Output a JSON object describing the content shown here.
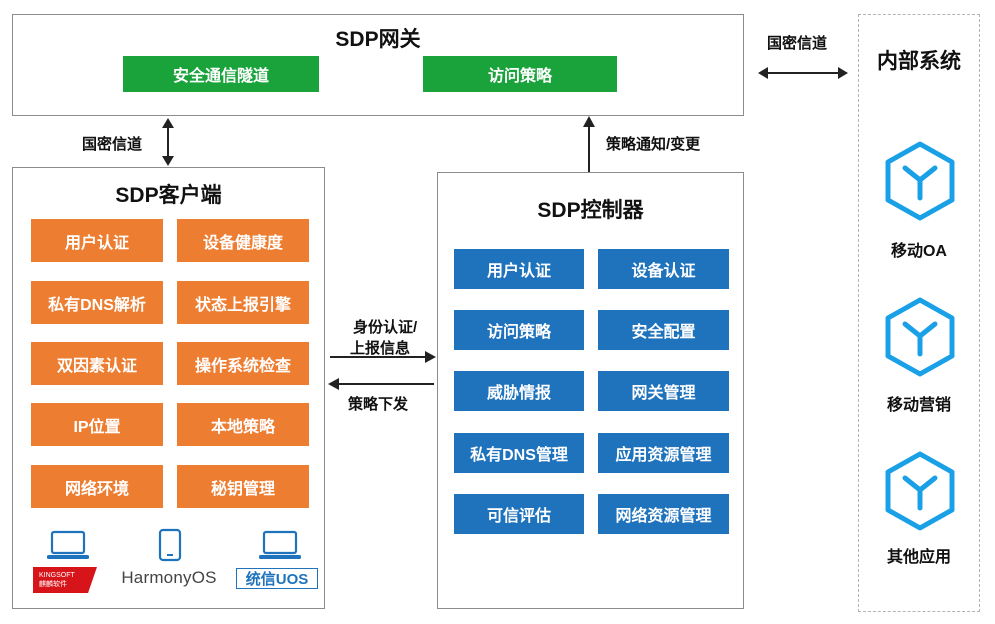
{
  "gateway": {
    "title": "SDP网关",
    "tiles": [
      "安全通信隧道",
      "访问策略"
    ]
  },
  "client": {
    "title": "SDP客户端",
    "tiles": [
      "用户认证",
      "设备健康度",
      "私有DNS解析",
      "状态上报引擎",
      "双因素认证",
      "操作系统检查",
      "IP位置",
      "本地策略",
      "网络环境",
      "秘钥管理"
    ],
    "platforms": [
      "HarmonyOS",
      "统信UOS"
    ],
    "kingsoft": {
      "top": "KINGSOFT",
      "bottom": "麒麟软件"
    }
  },
  "controller": {
    "title": "SDP控制器",
    "tiles": [
      "用户认证",
      "设备认证",
      "访问策略",
      "安全配置",
      "威胁情报",
      "网关管理",
      "私有DNS管理",
      "应用资源管理",
      "可信评估",
      "网络资源管理"
    ]
  },
  "internal": {
    "title": "内部系统",
    "systems": [
      "移动OA",
      "移动营销",
      "其他应用"
    ]
  },
  "links": {
    "gm_channel_left": "国密信道",
    "gm_channel_right": "国密信道",
    "policy_notify": "策略通知/变更",
    "auth_report_line1": "身份认证/",
    "auth_report_line2": "上报信息",
    "policy_down": "策略下发"
  },
  "colors": {
    "green": "#1aa33b",
    "orange": "#ed7d31",
    "blue": "#1f73bd",
    "icon_blue": "#1aa0e6"
  }
}
